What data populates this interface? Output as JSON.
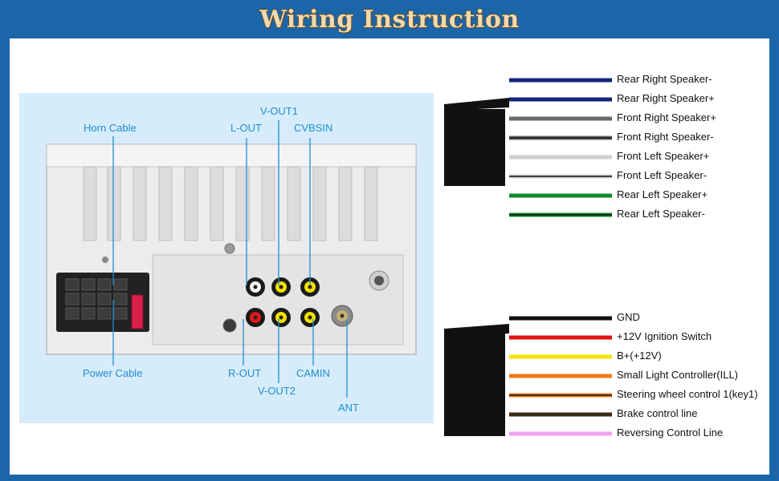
{
  "header": {
    "title": "Wiring Instruction"
  },
  "callouts": {
    "horn_cable": "Horn Cable",
    "power_cable": "Power Cable",
    "l_out": "L-OUT",
    "r_out": "R-OUT",
    "v_out1": "V-OUT1",
    "v_out2": "V-OUT2",
    "cvbsin": "CVBSIN",
    "camin": "CAMIN",
    "ant": "ANT"
  },
  "speaker_wires": [
    {
      "label": "Rear Right Speaker-",
      "color": "#15237a",
      "stripe": "#15237a"
    },
    {
      "label": "Rear Right Speaker+",
      "color": "#15237a",
      "stripe": null
    },
    {
      "label": "Front Right Speaker+",
      "color": "#6a6a6a",
      "stripe": null
    },
    {
      "label": "Front Right Speaker-",
      "color": "#6a6a6a",
      "stripe": "#111111"
    },
    {
      "label": "Front Left Speaker+",
      "color": "#cfcfcf",
      "stripe": null
    },
    {
      "label": "Front Left Speaker-",
      "color": "#cfcfcf",
      "stripe": "#111111"
    },
    {
      "label": "Rear Left Speaker+",
      "color": "#0f8a2a",
      "stripe": null
    },
    {
      "label": "Rear Left Speaker-",
      "color": "#0f8a2a",
      "stripe": "#111111"
    }
  ],
  "power_wires": [
    {
      "label": "GND",
      "color": "#111111",
      "stripe": null
    },
    {
      "label": "+12V Ignition Switch",
      "color": "#e01010",
      "stripe": null
    },
    {
      "label": "B+(+12V)",
      "color": "#f2e600",
      "stripe": null
    },
    {
      "label": "Small Light Controller(ILL)",
      "color": "#f07a18",
      "stripe": null
    },
    {
      "label": "Steering wheel control 1(key1)",
      "color": "#f07a18",
      "stripe": "#111111"
    },
    {
      "label": "Brake control line",
      "color": "#3a2a1a",
      "stripe": null
    },
    {
      "label": "Reversing Control Line",
      "color": "#f0a0f0",
      "stripe": null
    }
  ]
}
